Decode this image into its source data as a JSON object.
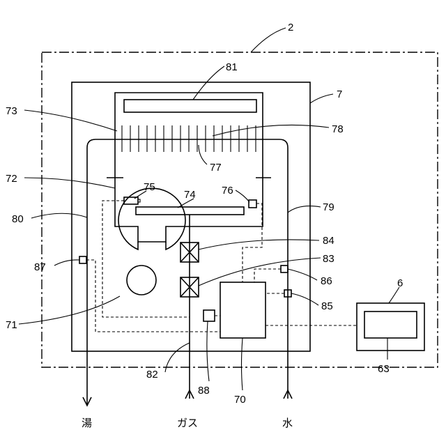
{
  "labels": {
    "l2": "2",
    "l7": "7",
    "l81": "81",
    "l73": "73",
    "l78": "78",
    "l77": "77",
    "l72": "72",
    "l75": "75",
    "l74": "74",
    "l76": "76",
    "l80": "80",
    "l79": "79",
    "l84": "84",
    "l83": "83",
    "l87": "87",
    "l86": "86",
    "l85": "85",
    "l71": "71",
    "l6": "6",
    "l63": "63",
    "l82": "82",
    "l88": "88",
    "l70": "70"
  },
  "ports": {
    "hot_water": "湯",
    "gas": "ガス",
    "water": "水"
  }
}
